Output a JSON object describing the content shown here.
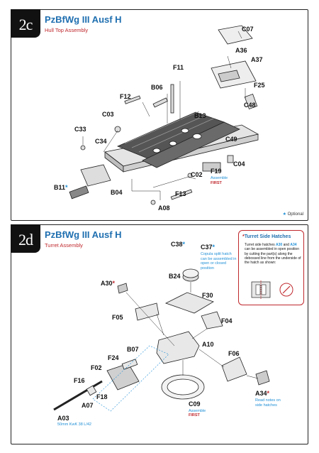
{
  "steps": [
    {
      "number": "2",
      "letter": "c",
      "title": "PzBfWg III Ausf H",
      "subtitle": "Hull Top Assembly",
      "parts": {
        "C07": "C07",
        "A36": "A36",
        "A37": "A37",
        "F25": "F25",
        "F11": "F11",
        "B06": "B06",
        "F12": "F12",
        "C48": "C48",
        "C03": "C03",
        "B13": "B13",
        "C33": "C33",
        "C34": "C34",
        "C49": "C49",
        "C04": "C04",
        "C02": "C02",
        "F19": "F19",
        "B11": "B11",
        "B04": "B04",
        "F13": "F13",
        "A08": "A08"
      },
      "f19_note": [
        "Assemble",
        "FIRST"
      ],
      "optional_label": "Optional"
    },
    {
      "number": "2",
      "letter": "d",
      "title": "PzBfWg III Ausf H",
      "subtitle": "Turret Assembly",
      "parts": {
        "C38": "C38",
        "C37": "C37",
        "B24": "B24",
        "A30": "A30",
        "F30": "F30",
        "F05": "F05",
        "F04": "F04",
        "A10": "A10",
        "B07": "B07",
        "F24": "F24",
        "F06": "F06",
        "F02": "F02",
        "F16": "F16",
        "F18": "F18",
        "A07": "A07",
        "A03": "A03",
        "C09": "C09",
        "A34": "A34"
      },
      "c37_note": "Copula split hatch can be assembled in open or closed position",
      "a03_note": "50mm KwK 38 L/42",
      "c09_note": [
        "Assemble",
        "FIRST"
      ],
      "a34_note": "Read notes on side hatches",
      "infobox": {
        "title": "Turret Side Hatches",
        "text_before": "Turret side hatches",
        "a30": "A30",
        "and": "and",
        "a34": "A34",
        "text_after": "can be assembled in open position by cutting the part(s) along the debossed line from the underside of the hatch as shown:"
      }
    }
  ],
  "colors": {
    "title_blue": "#1f6fb0",
    "accent_red": "#c0282d",
    "star_blue": "#1f8fd6"
  }
}
